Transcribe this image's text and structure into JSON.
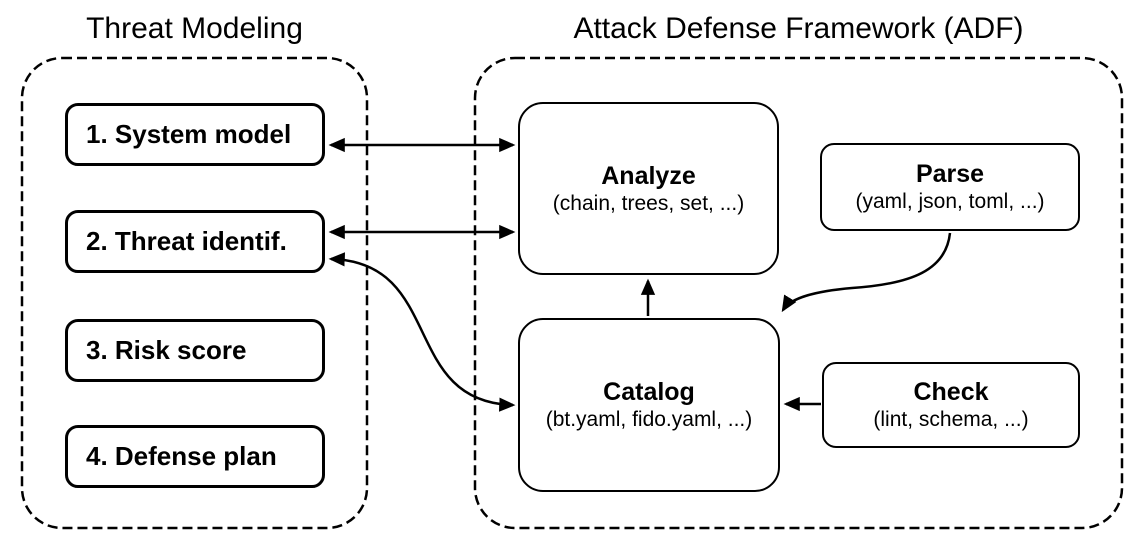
{
  "colors": {
    "stroke": "#000000",
    "background": "#ffffff",
    "text": "#000000"
  },
  "threat_modeling": {
    "title": "Threat Modeling",
    "steps": [
      {
        "label": "1. System model"
      },
      {
        "label": "2. Threat identif."
      },
      {
        "label": "3. Risk score"
      },
      {
        "label": "4. Defense plan"
      }
    ]
  },
  "adf": {
    "title": "Attack Defense Framework (ADF)",
    "modules": {
      "analyze": {
        "name": "Analyze",
        "detail": "(chain, trees, set, ...)"
      },
      "parse": {
        "name": "Parse",
        "detail": "(yaml, json, toml, ...)"
      },
      "catalog": {
        "name": "Catalog",
        "detail": "(bt.yaml, fido.yaml, ...)"
      },
      "check": {
        "name": "Check",
        "detail": "(lint, schema, ...)"
      }
    }
  },
  "edges": [
    {
      "from": "1. System model",
      "to": "Analyze",
      "direction": "bidirectional",
      "style": "straight"
    },
    {
      "from": "2. Threat identif.",
      "to": "Analyze",
      "direction": "bidirectional",
      "style": "straight"
    },
    {
      "from": "2. Threat identif.",
      "to": "Catalog",
      "direction": "bidirectional",
      "style": "curved"
    },
    {
      "from": "Catalog",
      "to": "Analyze",
      "direction": "one-way",
      "style": "straight"
    },
    {
      "from": "Parse",
      "to": "Catalog",
      "direction": "one-way",
      "style": "curved"
    },
    {
      "from": "Check",
      "to": "Catalog",
      "direction": "one-way",
      "style": "straight"
    }
  ]
}
